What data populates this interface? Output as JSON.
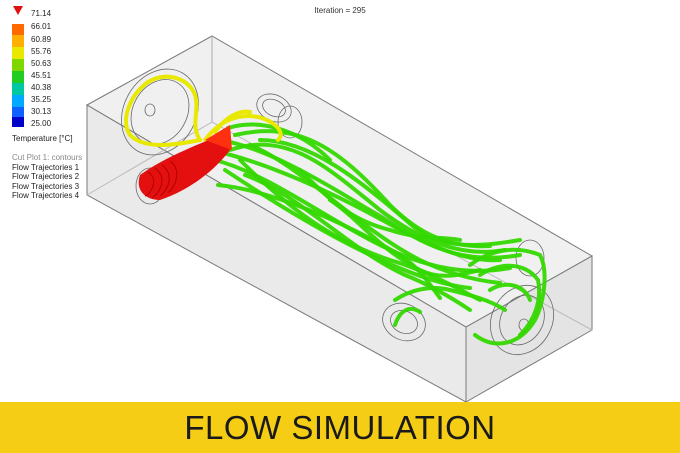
{
  "viewport": {
    "iteration_label": "Iteration = 295"
  },
  "legend": {
    "max_marker_icon": "triangle-down-icon",
    "ticks": [
      "71.14",
      "66.01",
      "60.89",
      "55.76",
      "50.63",
      "45.51",
      "40.38",
      "35.25",
      "30.13",
      "25.00"
    ],
    "colors": [
      "#e01010",
      "#ff6a00",
      "#ffb000",
      "#e8e800",
      "#7ed800",
      "#22cc22",
      "#00c8a0",
      "#00a8ff",
      "#1060ff",
      "#0000c8"
    ],
    "unit": "Temperature [°C]"
  },
  "plots": {
    "cut_plot": "Cut Plot 1: contours",
    "trajectories": [
      "Flow Trajectories 1",
      "Flow Trajectories 2",
      "Flow Trajectories 3",
      "Flow Trajectories 4"
    ]
  },
  "banner": {
    "title": "FLOW SIMULATION",
    "color": "#f4cd14"
  },
  "trajectory_colors": {
    "hot": "#e41010",
    "warm": "#e8e800",
    "mid": "#34d800"
  }
}
